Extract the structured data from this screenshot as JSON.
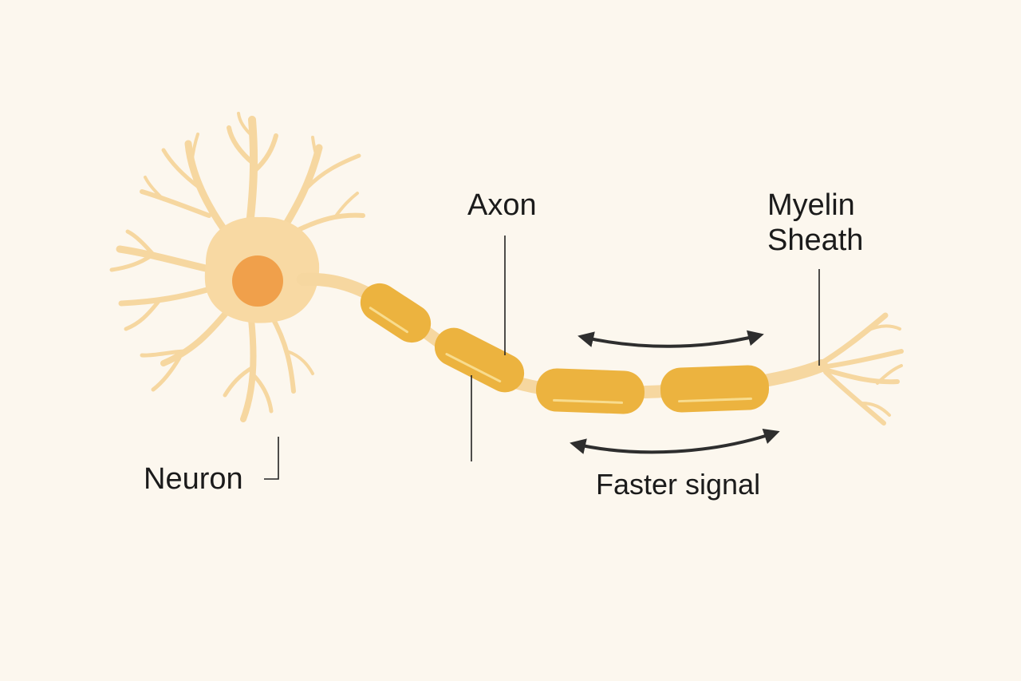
{
  "colors": {
    "background": "#fcf7ee",
    "dendrite": "#f6d7a0",
    "cell_body": "#f8d9a3",
    "nucleus": "#f0a04b",
    "myelin": "#ecb33f",
    "myelin_highlight": "#f8dc8e",
    "leader_line": "#222222",
    "arrow": "#2e2e2e",
    "text": "#1b1b1b"
  },
  "labels": {
    "neuron": "Neuron",
    "axon": "Axon",
    "myelin_line1": "Myelin",
    "myelin_line2": "Sheath",
    "faster_signal": "Faster signal"
  },
  "icons": {
    "arrow_top": "double-headed-arrow",
    "arrow_bottom": "double-headed-arrow"
  }
}
